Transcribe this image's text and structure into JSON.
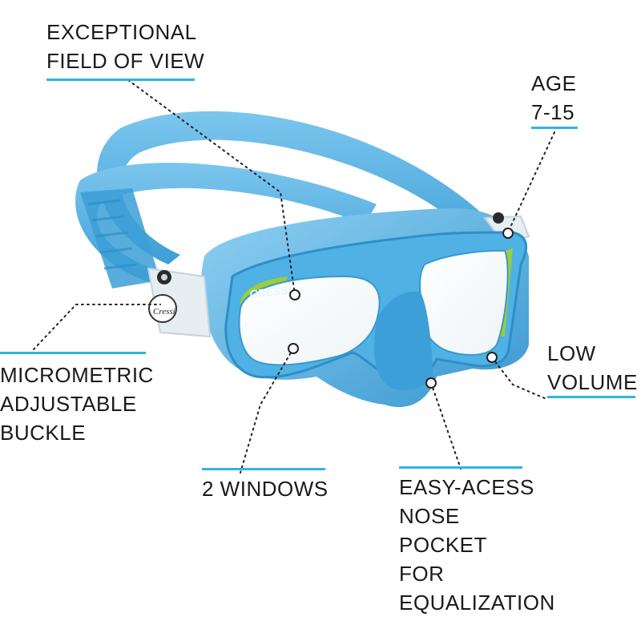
{
  "colors": {
    "mask_blue": "#4fb1e4",
    "mask_dark": "#2e8fc8",
    "accent_green": "#9ccd3a",
    "underline": "#2fb4e4"
  },
  "brand": {
    "strap_logo": "Cressi",
    "frame_logo": "CRESSI",
    "side_logo": "Cressi"
  },
  "callouts": {
    "field_of_view": {
      "lines": [
        "EXCEPTIONAL",
        "FIELD OF VIEW"
      ]
    },
    "age": {
      "lines": [
        "AGE",
        "7-15"
      ]
    },
    "low_volume": {
      "lines": [
        "LOW",
        "VOLUME"
      ]
    },
    "buckle": {
      "lines": [
        "MICROMETRIC",
        "ADJUSTABLE",
        "BUCKLE"
      ]
    },
    "windows": {
      "lines": [
        "2 WINDOWS"
      ]
    },
    "nose_pocket": {
      "lines": [
        "EASY-ACESS",
        "NOSE",
        "POCKET",
        "FOR",
        "EQUALIZATION"
      ]
    }
  }
}
